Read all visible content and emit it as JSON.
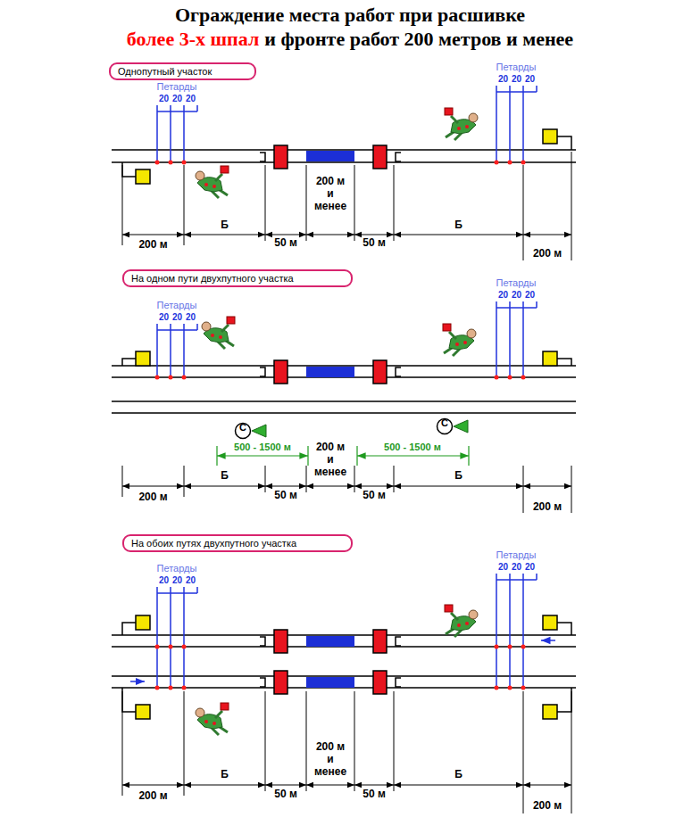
{
  "diagram": {
    "title": "Ограждение места работ при расшивке",
    "nodes": [
      {
        "text": [
          "Однопутный участок"
        ]
      },
      {
        "text": [
          "На одном пути двухпутного участка"
        ]
      },
      {
        "text": [
          "С"
        ]
      },
      {
        "text": [
          "С"
        ]
      },
      {
        "text": [
          "На обоих путях двухпутного участка"
        ]
      }
    ],
    "labels": [
      "более 3-х шпал",
      "и фронте работ 200 метров и менее",
      "Петарды",
      "20",
      "20",
      "20",
      "Петарды",
      "20",
      "20",
      "20",
      "200 м и менее",
      "200 м",
      "Б",
      "50 м",
      "50 м",
      "Б",
      "200 м",
      "Петарды",
      "20",
      "20",
      "20",
      "Петарды",
      "20",
      "20",
      "20",
      "500 - 1500 м",
      "500 - 1500 м",
      "200 м и менее",
      "200 м",
      "Б",
      "50 м",
      "50 м",
      "Б",
      "200 м",
      "Петарды",
      "20",
      "20",
      "20",
      "Петарды",
      "20",
      "20",
      "20",
      "200 м и менее",
      "200 м",
      "Б",
      "50 м",
      "50 м",
      "Б",
      "200 м"
    ]
  }
}
